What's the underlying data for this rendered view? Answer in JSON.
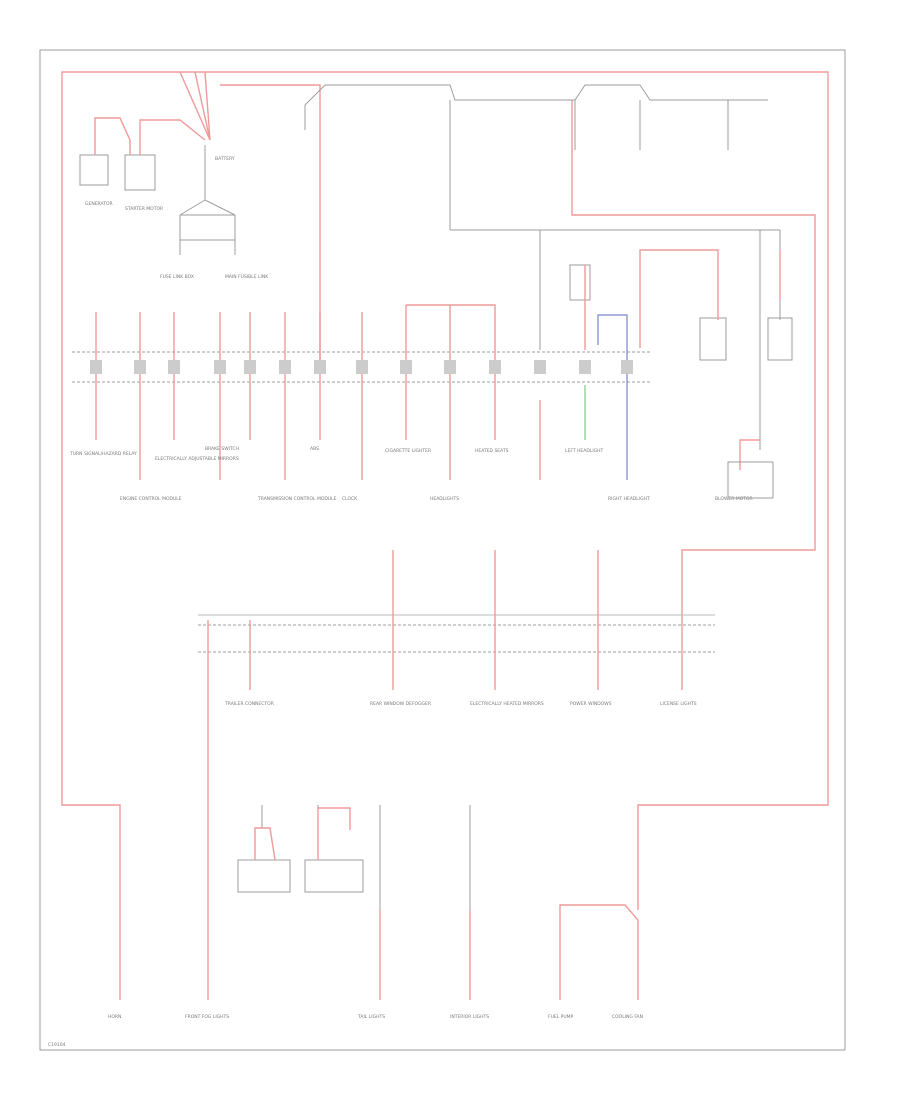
{
  "diagram": {
    "footer_code": "C19104",
    "top_labels": [
      "GENERATOR",
      "STARTER MOTOR",
      "BATTERY",
      "FUSE LINK BOX",
      "MAIN FUSIBLE LINK"
    ],
    "fuse_row_labels": [
      "TURN SIGNAL/HAZARD RELAY",
      "ENGINE CONTROL MODULE",
      "ELECTRICALLY ADJUSTABLE MIRRORS",
      "BRAKE SWITCH",
      "TRANSMISSION CONTROL MODULE",
      "ABS",
      "CLOCK",
      "CIGARETTE LIGHTER",
      "HEADLIGHTS",
      "HEATED SEATS",
      "LEFT HEADLIGHT",
      "RIGHT HEADLIGHT",
      "BLOWER MOTOR"
    ],
    "mid_labels": [
      "TRAILER CONNECTOR",
      "REAR WINDOW DEFOGGER",
      "ELECTRICALLY HEATED MIRRORS",
      "POWER WINDOWS",
      "LICENSE LIGHTS"
    ],
    "bottom_labels": [
      "HORN",
      "FRONT FOG LIGHTS",
      "TAIL LIGHTS",
      "INTERIOR LIGHTS",
      "FUEL PUMP",
      "COOLING FAN"
    ]
  },
  "colors": {
    "red_wire": "#ef9a9a",
    "dark_red_wire": "#e57373",
    "grey_wire": "#9e9e9e",
    "green_wire": "#81c784",
    "blue_wire": "#7986cb",
    "border": "#9e9e9e"
  }
}
